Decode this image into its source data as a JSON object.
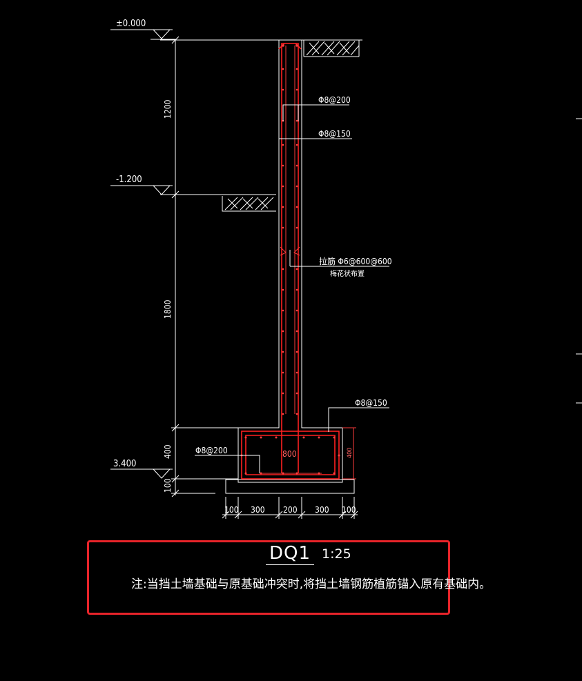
{
  "levels": {
    "top": "±0.000",
    "mid": "-1.200",
    "bottom": "3.400"
  },
  "dimensions_vertical": {
    "upper": "1200",
    "middle": "1800",
    "footing": "400",
    "cushion": "100",
    "footing_inner": "400"
  },
  "dimensions_horizontal": [
    "100",
    "300",
    "200",
    "300",
    "100"
  ],
  "footing_width_label": "800",
  "rebar_labels": {
    "vertical_200": "Φ8@200",
    "horizontal_150": "Φ8@150",
    "tie_label": "拉筋 Φ6@600@600",
    "tie_sub": "梅花状布置",
    "footing_top": "Φ8@150",
    "footing_bottom": "Φ8@200"
  },
  "title": {
    "name": "DQ1",
    "scale": "1:25"
  },
  "note": "注:当挡土墙基础与原基础冲突时,将挡土墙钢筋植筋锚入原有基础内。",
  "colors": {
    "background": "#000000",
    "lines": "#ffffff",
    "rebar": "#ff2020",
    "highlight_box": "#e8242a"
  }
}
